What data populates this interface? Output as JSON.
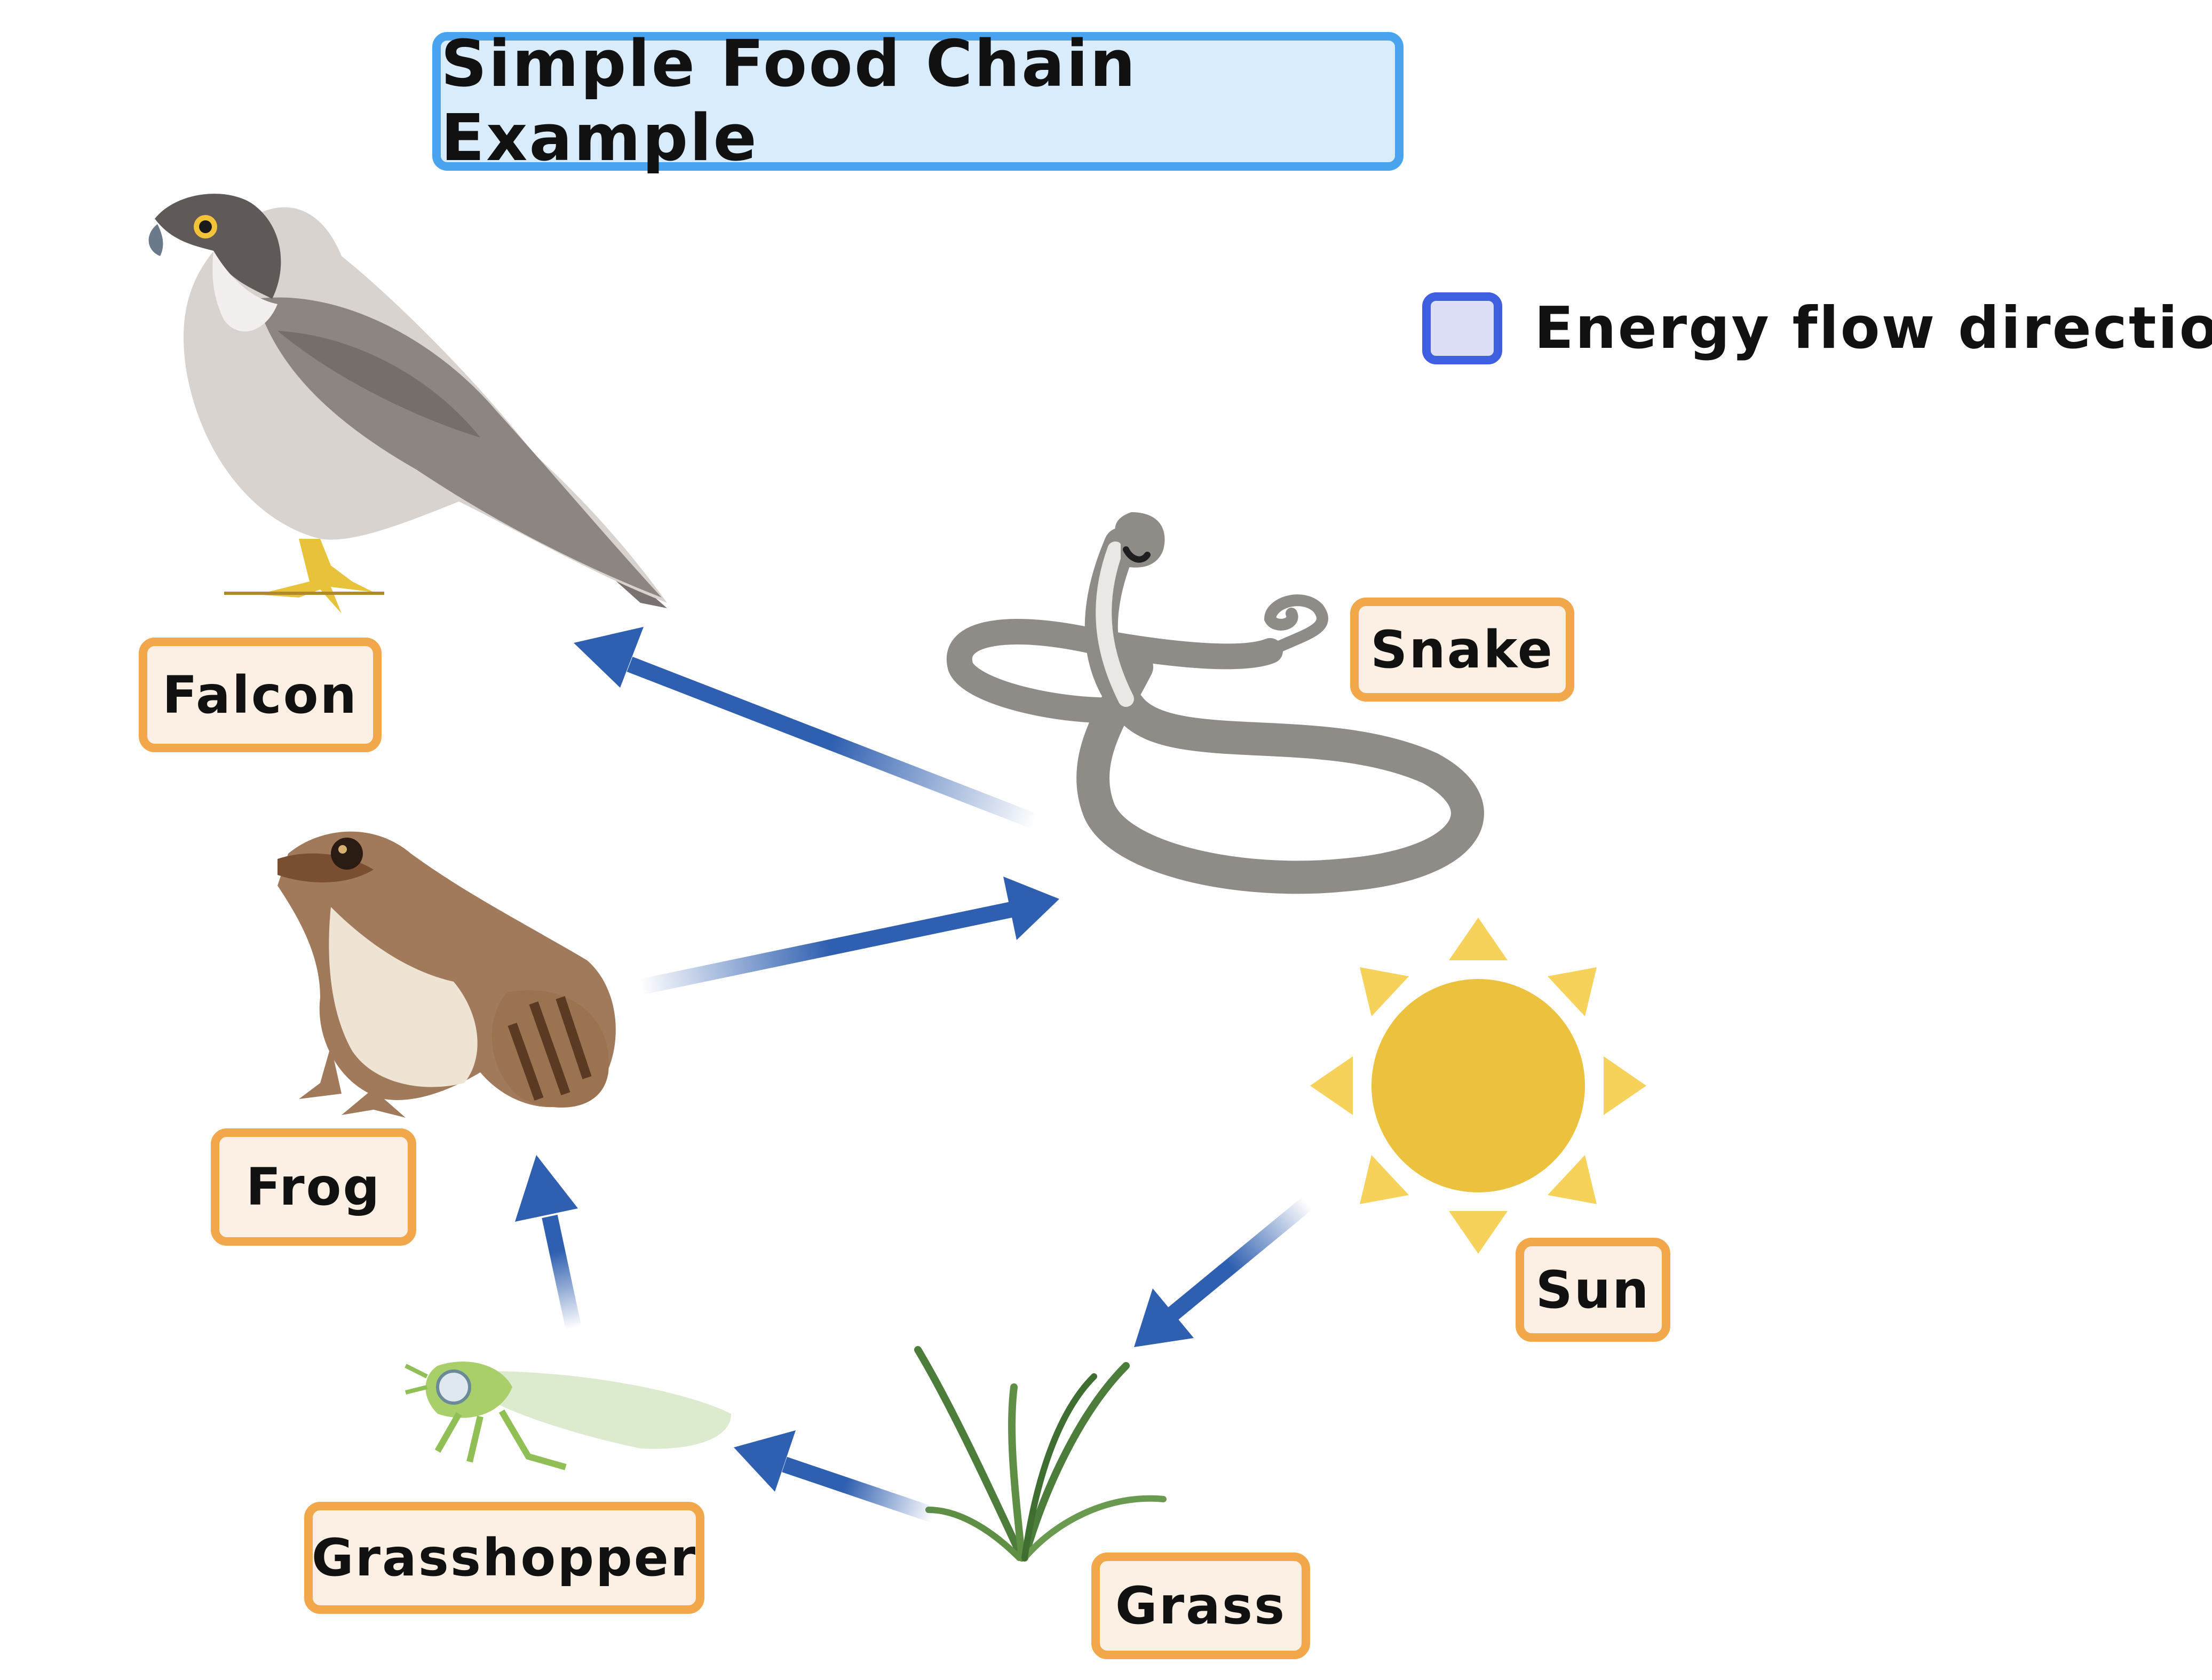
{
  "title": "Simple Food Chain Example",
  "legend": {
    "label": "Energy flow direction",
    "swatch_fill": "#dcdff7",
    "swatch_border": "#3e5fe0"
  },
  "organisms": {
    "falcon": "Falcon",
    "snake": "Snake",
    "frog": "Frog",
    "sun": "Sun",
    "grasshopper": "Grasshopper",
    "grass": "Grass"
  },
  "energy_flow": [
    {
      "from": "Sun",
      "to": "Grass"
    },
    {
      "from": "Grass",
      "to": "Grasshopper"
    },
    {
      "from": "Grasshopper",
      "to": "Frog"
    },
    {
      "from": "Frog",
      "to": "Snake"
    },
    {
      "from": "Snake",
      "to": "Falcon"
    }
  ],
  "colors": {
    "arrow": "#2f5fb0",
    "label_border": "#f2a84a",
    "label_fill": "#fbf0e3",
    "title_border": "#4aa3ee",
    "title_fill": "#d9ecfb",
    "sun": "#ebc13d",
    "sun_rays": "#f7d25a"
  }
}
